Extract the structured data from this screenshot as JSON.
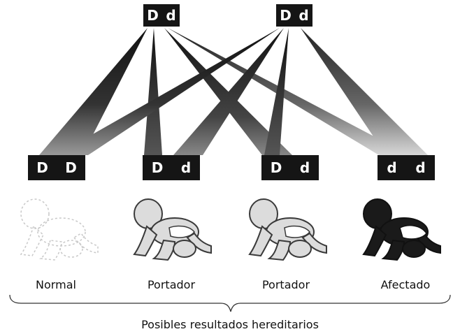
{
  "parents": [
    {
      "alleles": [
        "D",
        "d"
      ]
    },
    {
      "alleles": [
        "D",
        "d"
      ]
    }
  ],
  "offspring": [
    {
      "alleles": [
        "D",
        "D"
      ],
      "label": "Normal",
      "phenotype": "normal"
    },
    {
      "alleles": [
        "D",
        "d"
      ],
      "label": "Portador",
      "phenotype": "carrier"
    },
    {
      "alleles": [
        "D",
        "d"
      ],
      "label": "Portador",
      "phenotype": "carrier"
    },
    {
      "alleles": [
        "d",
        "d"
      ],
      "label": "Afectado",
      "phenotype": "affected"
    }
  ],
  "caption": "Posibles resultados hereditarios",
  "colors": {
    "box": "#151515",
    "text_on_box": "#ffffff",
    "carrier_baby": "#dcdcdc",
    "affected_baby": "#1a1a1a"
  },
  "icons": [
    "baby-normal-icon",
    "baby-carrier-icon",
    "baby-carrier-icon",
    "baby-affected-icon"
  ]
}
